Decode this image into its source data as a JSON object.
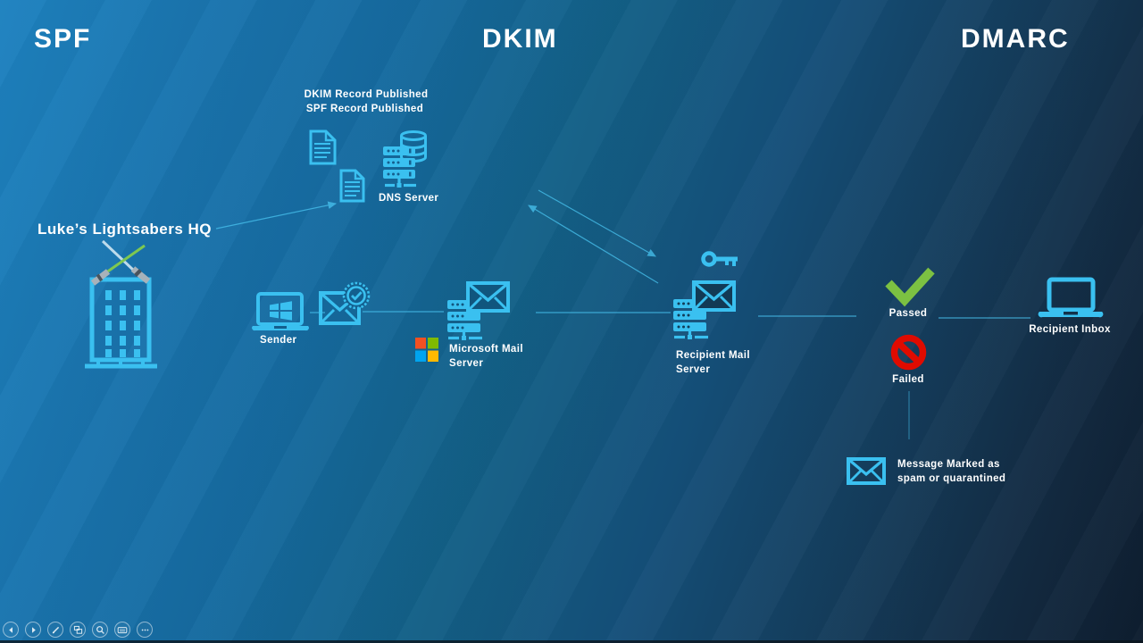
{
  "headers": {
    "spf": "SPF",
    "dkim": "DKIM",
    "dmarc": "DMARC"
  },
  "dns_area": {
    "dkim_record": "DKIM Record Published",
    "spf_record": "SPF Record Published",
    "dns_server_label": "DNS Server"
  },
  "labels": {
    "hq": "Luke’s Lightsabers HQ",
    "sender": "Sender",
    "ms_server": "Microsoft Mail Server",
    "recipient_server": "Recipient Mail Server",
    "passed": "Passed",
    "failed": "Failed",
    "recipient_inbox": "Recipient Inbox",
    "spam": "Message Marked as spam or quarantined"
  },
  "icons": [
    "document-icon",
    "dns-server-icon",
    "building-icon",
    "crossed-lightsabers-icon",
    "laptop-icon",
    "windows-logo-icon",
    "certified-envelope-icon",
    "mail-server-icon",
    "envelope-icon",
    "key-icon",
    "checkmark-icon",
    "no-entry-icon",
    "microsoft-logo-icon"
  ],
  "colors": {
    "icon_cyan": "#3AC0F0",
    "passed_green": "#7CC142",
    "failed_red": "#DF0B00",
    "text_white": "#FFFFFF",
    "saber_green": "#7EC850",
    "saber_silver": "#CFE6F2",
    "ms_logo_red": "#F25022",
    "ms_logo_green": "#7FBA00",
    "ms_logo_blue": "#00A4EF",
    "ms_logo_yellow": "#FFB900",
    "bg_top_left": "#1E82C0",
    "bg_bottom_right": "#0E1E2F"
  },
  "toolbar": {
    "buttons": [
      "previous-slide",
      "next-slide",
      "pen",
      "see-all-slides",
      "zoom",
      "captions",
      "more-options"
    ]
  }
}
